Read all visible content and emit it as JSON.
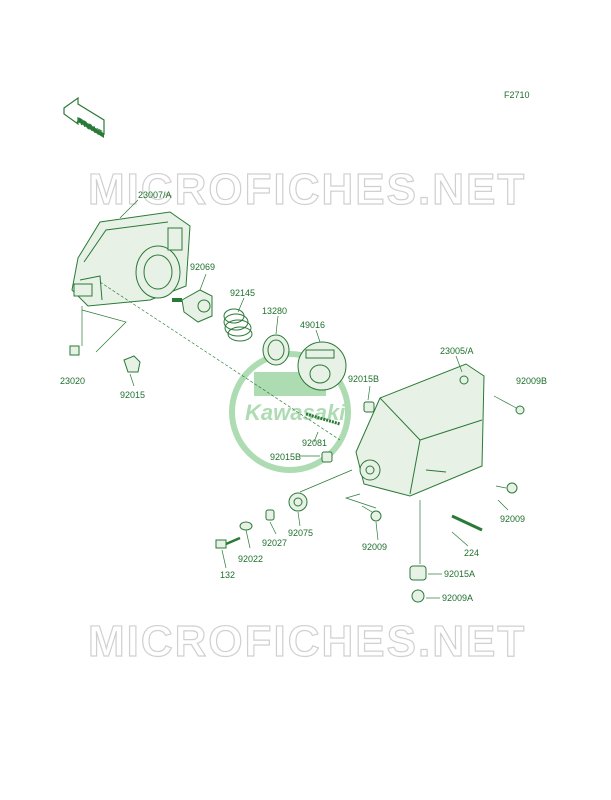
{
  "figure_code": "F2710",
  "front_label": "FRONT",
  "watermark": "MICROFICHES.NET",
  "brand": "Kawasaki",
  "colors": {
    "line": "#2a7a37",
    "watermark": "#d0d0d0",
    "brand": "#6bbf74"
  },
  "parts": [
    {
      "id": "p1",
      "number": "23007/A"
    },
    {
      "id": "p2",
      "number": "92069"
    },
    {
      "id": "p3",
      "number": "92145"
    },
    {
      "id": "p4",
      "number": "13280"
    },
    {
      "id": "p5",
      "number": "49016"
    },
    {
      "id": "p6",
      "number": "23020"
    },
    {
      "id": "p7",
      "number": "92015"
    },
    {
      "id": "p8",
      "number": "23005/A"
    },
    {
      "id": "p9",
      "number": "92009B"
    },
    {
      "id": "p10",
      "number": "92015B"
    },
    {
      "id": "p11",
      "number": "92081"
    },
    {
      "id": "p12",
      "number": "92015B"
    },
    {
      "id": "p13",
      "number": "92009"
    },
    {
      "id": "p14",
      "number": "92009"
    },
    {
      "id": "p15",
      "number": "224"
    },
    {
      "id": "p16",
      "number": "92015A"
    },
    {
      "id": "p17",
      "number": "92009A"
    },
    {
      "id": "p18",
      "number": "92075"
    },
    {
      "id": "p19",
      "number": "92027"
    },
    {
      "id": "p20",
      "number": "92022"
    },
    {
      "id": "p21",
      "number": "132"
    }
  ]
}
